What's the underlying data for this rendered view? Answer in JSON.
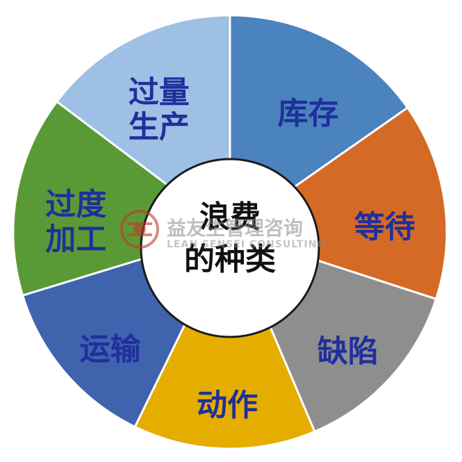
{
  "center": {
    "line1": "浪费",
    "line2": "的种类"
  },
  "segments": [
    {
      "key": "inventory",
      "lines": [
        "库存"
      ],
      "color": "#4a83bd"
    },
    {
      "key": "waiting",
      "lines": [
        "等待"
      ],
      "color": "#d46a26"
    },
    {
      "key": "defects",
      "lines": [
        "缺陷"
      ],
      "color": "#8e8e8e"
    },
    {
      "key": "motion",
      "lines": [
        "动作"
      ],
      "color": "#e4ad00"
    },
    {
      "key": "transport",
      "lines": [
        "运输"
      ],
      "color": "#3f63ad"
    },
    {
      "key": "overprocessing",
      "lines": [
        "过度",
        "加工"
      ],
      "color": "#5a9a36"
    },
    {
      "key": "overproduction",
      "lines": [
        "过量",
        "生产"
      ],
      "color": "#9ec0e4"
    }
  ],
  "watermark": {
    "title": "益友生管理咨询",
    "subtitle": "LEAN SENSEI CONSULTING",
    "color": "#c0392b"
  }
}
